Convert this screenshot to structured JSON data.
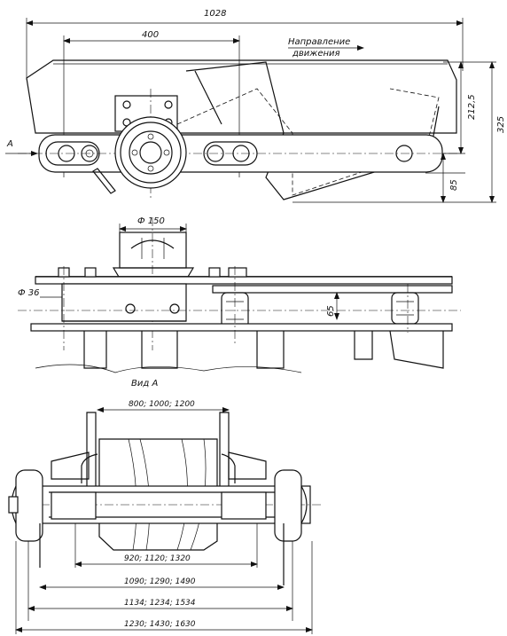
{
  "top_view": {
    "dim_overall_length": "1028",
    "dim_to_axis": "400",
    "direction_label_line1": "Направление",
    "direction_label_line2": "движения",
    "dim_axis_height": "212,5",
    "dim_total_height": "325",
    "dim_roller_height": "85",
    "view_arrow_label": "A"
  },
  "middle_view": {
    "dim_wheel_diameter": "Ф 150",
    "dim_pin_diameter": "Ф 36",
    "dim_roller_offset": "65"
  },
  "bottom_view": {
    "title": "Вид А",
    "dim_belt_width": "800; 1000; 1200",
    "dim_inner": "920; 1120; 1320",
    "dim_mid": "1090; 1290; 1490",
    "dim_outer1": "1134; 1234; 1534",
    "dim_outer2": "1230; 1430; 1630"
  }
}
